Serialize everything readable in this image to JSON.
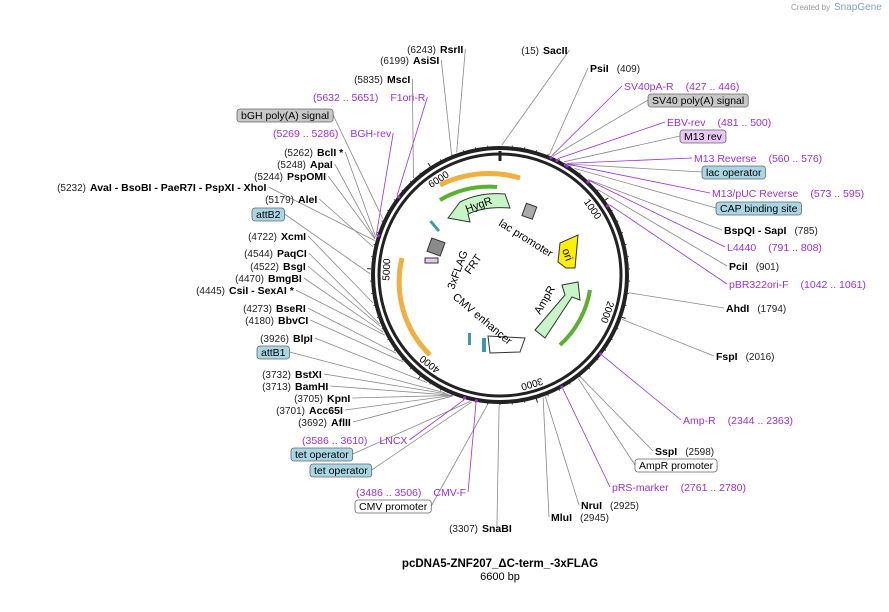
{
  "header": {
    "credit": "Created by",
    "brand": "SnapGene"
  },
  "plasmid": {
    "name": "pcDNA5-ZNF207_ΔC-term_-3xFLAG",
    "length_label": "6600 bp",
    "ring_ticks": [
      "1000",
      "2000",
      "3000",
      "4000",
      "5000",
      "6000"
    ]
  },
  "sites": [
    {
      "name": "SacII",
      "pos": "(15)"
    },
    {
      "name": "PsiI",
      "pos": "(409)"
    },
    {
      "name": "BspQI - SapI",
      "pos": "(785)"
    },
    {
      "name": "PciI",
      "pos": "(901)"
    },
    {
      "name": "AhdI",
      "pos": "(1794)"
    },
    {
      "name": "FspI",
      "pos": "(2016)"
    },
    {
      "name": "SspI",
      "pos": "(2598)"
    },
    {
      "name": "NruI",
      "pos": "(2925)"
    },
    {
      "name": "MluI",
      "pos": "(2945)"
    },
    {
      "name": "SnaBI",
      "pos": "(3307)"
    },
    {
      "name": "AflII",
      "pos": "(3692)"
    },
    {
      "name": "Acc65I",
      "pos": "(3701)"
    },
    {
      "name": "KpnI",
      "pos": "(3705)"
    },
    {
      "name": "BamHI",
      "pos": "(3713)"
    },
    {
      "name": "BstXI",
      "pos": "(3732)"
    },
    {
      "name": "BlpI",
      "pos": "(3926)"
    },
    {
      "name": "BbvCI",
      "pos": "(4180)"
    },
    {
      "name": "BseRI",
      "pos": "(4273)"
    },
    {
      "name": "CsiI - SexAI *",
      "pos": "(4445)"
    },
    {
      "name": "BmgBI",
      "pos": "(4470)"
    },
    {
      "name": "BsgI",
      "pos": "(4522)"
    },
    {
      "name": "PaqCI",
      "pos": "(4544)"
    },
    {
      "name": "XcmI",
      "pos": "(4722)"
    },
    {
      "name": "AleI",
      "pos": "(5179)"
    },
    {
      "name": "AvaI - BsoBI - PaeR7I - PspXI - XhoI",
      "pos": "(5232)"
    },
    {
      "name": "PspOMI",
      "pos": "(5244)"
    },
    {
      "name": "ApaI",
      "pos": "(5248)"
    },
    {
      "name": "BclI *",
      "pos": "(5262)"
    },
    {
      "name": "MscI",
      "pos": "(5835)"
    },
    {
      "name": "AsiSI",
      "pos": "(6199)"
    },
    {
      "name": "RsrII",
      "pos": "(6243)"
    }
  ],
  "primers": [
    {
      "name": "SV40pA-R",
      "range": "(427 .. 446)"
    },
    {
      "name": "EBV-rev",
      "range": "(481 .. 500)"
    },
    {
      "name": "M13 Reverse",
      "range": "(560 .. 576)"
    },
    {
      "name": "M13/pUC Reverse",
      "range": "(573 .. 595)"
    },
    {
      "name": "L4440",
      "range": "(791 .. 808)"
    },
    {
      "name": "pBR322ori-F",
      "range": "(1042 .. 1061)"
    },
    {
      "name": "Amp-R",
      "range": "(2344 .. 2363)"
    },
    {
      "name": "pRS-marker",
      "range": "(2761 .. 2780)"
    },
    {
      "name": "CMV-F",
      "range": "(3486 .. 3506)"
    },
    {
      "name": "LNCX",
      "range": "(3586 .. 3610)"
    },
    {
      "name": "BGH-rev",
      "range": "(5269 .. 5286)"
    },
    {
      "name": "F1ori-R",
      "range": "(5632 .. 5651)"
    }
  ],
  "boxed_features": [
    {
      "name": "SV40 poly(A) signal"
    },
    {
      "name": "M13 rev"
    },
    {
      "name": "lac operator"
    },
    {
      "name": "CAP binding site"
    },
    {
      "name": "AmpR promoter"
    },
    {
      "name": "CMV promoter"
    },
    {
      "name": "tet operator"
    },
    {
      "name": "tet operator"
    },
    {
      "name": "attB1"
    },
    {
      "name": "attB2"
    },
    {
      "name": "bGH poly(A) signal"
    }
  ],
  "inner_features": [
    {
      "name": "HygR"
    },
    {
      "name": "lac promoter"
    },
    {
      "name": "ori"
    },
    {
      "name": "AmpR"
    },
    {
      "name": "CMV enhancer"
    },
    {
      "name": "3xFLAG"
    },
    {
      "name": "FRT"
    }
  ],
  "colors": {
    "primer": "#9b30d9",
    "attb_fill": "#a9d6e5",
    "polyA_fill": "#c8c8c8",
    "m13_fill": "#e8c8f4",
    "ori_fill": "#ffef00",
    "resistance_fill": "#c8f5c8",
    "promoter_fill": "#ffffff",
    "orf_arc_orange": "#f0b040",
    "orf_arc_green": "#5ab030"
  }
}
